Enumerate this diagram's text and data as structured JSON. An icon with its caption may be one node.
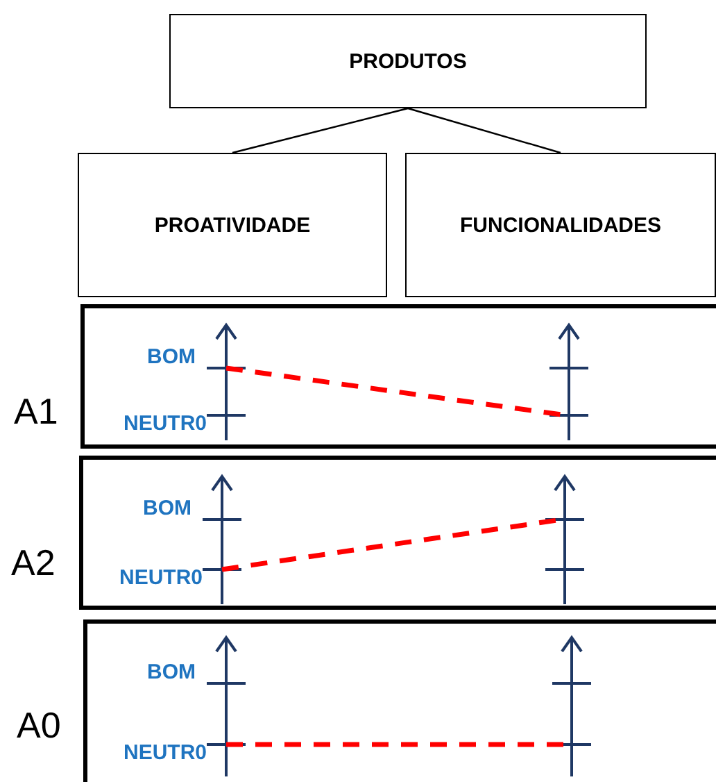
{
  "diagram": {
    "nodes": [
      {
        "text": [
          "PRODUTOS"
        ]
      },
      {
        "text": [
          "PROATIVIDADE"
        ]
      },
      {
        "text": [
          "FUNCIONALIDADES"
        ]
      },
      {
        "text": [],
        "shape": "box",
        "beside": [
          "A1"
        ]
      },
      {
        "text": [],
        "shape": "box",
        "beside": [
          "A2"
        ]
      },
      {
        "text": [],
        "shape": "box",
        "beside": [
          "A0"
        ]
      }
    ],
    "edges": [
      {
        "from": 0,
        "to": 1,
        "arrow": "none"
      },
      {
        "from": 0,
        "to": 2,
        "arrow": "none"
      }
    ],
    "labels": [
      "BOM",
      "NEUTR0",
      "BOM",
      "NEUTR0",
      "BOM",
      "NEUTR0"
    ]
  }
}
